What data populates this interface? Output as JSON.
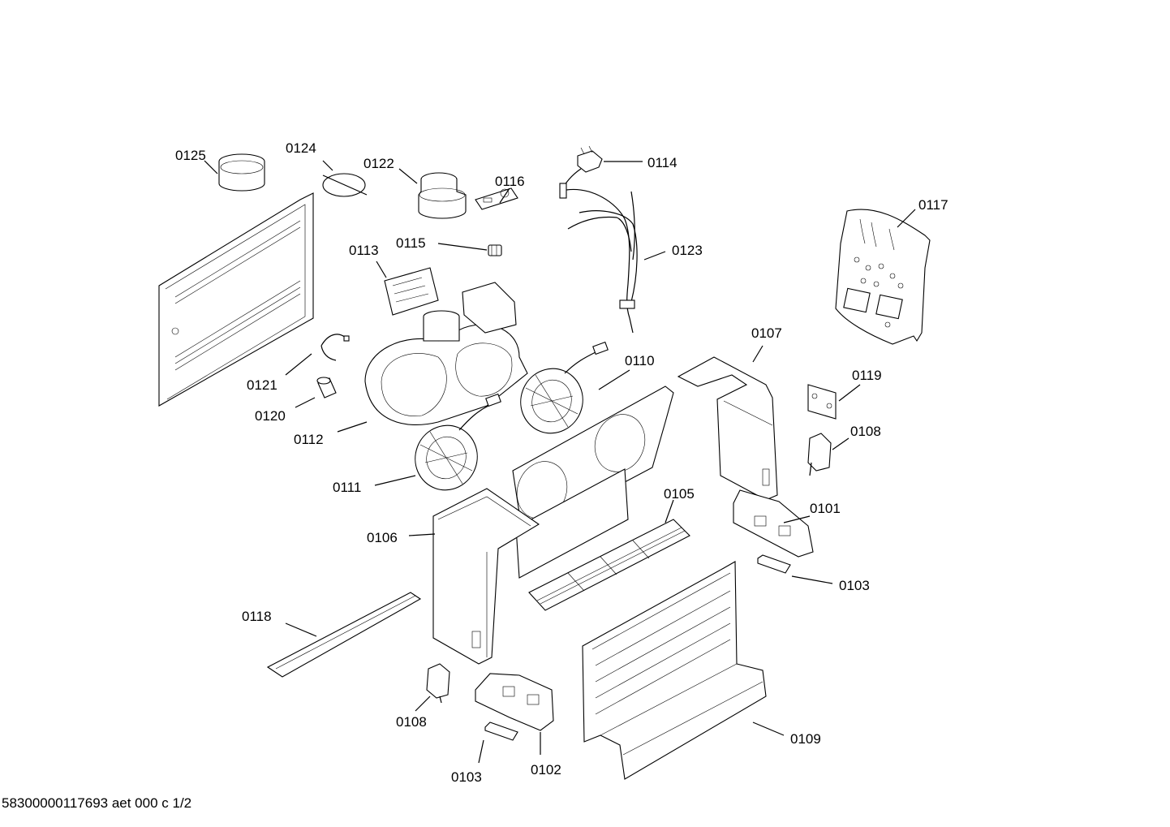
{
  "labels": {
    "p0125": "0125",
    "p0124": "0124",
    "p0122": "0122",
    "p0116": "0116",
    "p0114": "0114",
    "p0117": "0117",
    "p0115": "0115",
    "p0113": "0113",
    "p0123": "0123",
    "p0107": "0107",
    "p0110": "0110",
    "p0121": "0121",
    "p0119": "0119",
    "p0120": "0120",
    "p0108a": "0108",
    "p0112": "0112",
    "p0111": "0111",
    "p0105": "0105",
    "p0101": "0101",
    "p0106": "0106",
    "p0103a": "0103",
    "p0118": "0118",
    "p0108b": "0108",
    "p0109": "0109",
    "p0103b": "0103",
    "p0102": "0102"
  },
  "footer": "58300000117693 aet 000 c 1/2"
}
